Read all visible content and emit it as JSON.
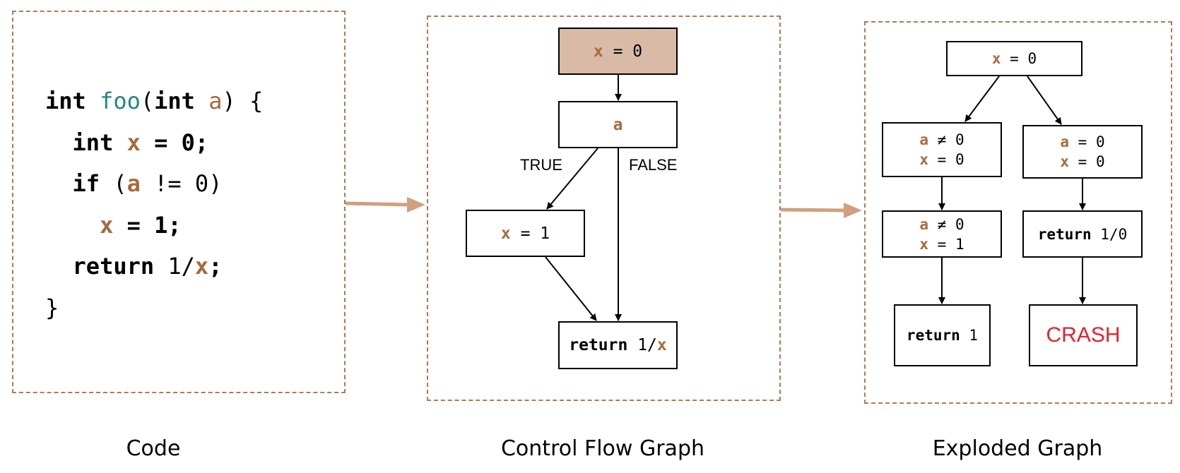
{
  "code": {
    "line1": {
      "kw1": "int",
      "fn": "foo",
      "p1": "(",
      "kw2": "int",
      "var": "a",
      "p2": ") {"
    },
    "line2": {
      "kw": "int",
      "var": "x",
      "rest": " = 0;"
    },
    "line3": {
      "kw": "if",
      "p1": " (",
      "var": "a",
      "rest": " != 0)"
    },
    "line4": {
      "var": "x",
      "rest": " = 1;"
    },
    "line5": {
      "kw": "return",
      "p1": " 1/",
      "var": "x",
      "rest": ";"
    },
    "line6": "}"
  },
  "cfg": {
    "start": {
      "var": "x",
      "rest": " = 0"
    },
    "cond": {
      "var": "a"
    },
    "assign": {
      "var": "x",
      "rest": " = 1"
    },
    "ret": {
      "kw": "return",
      "rest": " 1/",
      "var": "x"
    },
    "label_true": "TRUE",
    "label_false": "FALSE"
  },
  "exploded": {
    "root": {
      "var": "x",
      "rest": " = 0"
    },
    "left1": {
      "a": "a",
      "a_rest": " ≠ 0",
      "x": "x",
      "x_rest": " = 0"
    },
    "right1": {
      "a": "a",
      "a_rest": " = 0",
      "x": "x",
      "x_rest": " = 0"
    },
    "left2": {
      "a": "a",
      "a_rest": " ≠ 0",
      "x": "x",
      "x_rest": " = 1"
    },
    "right2": {
      "kw": "return",
      "rest": " 1/0"
    },
    "left3": {
      "kw": "return",
      "rest": " 1"
    },
    "crash": "CRASH"
  },
  "captions": {
    "code": "Code",
    "cfg": "Control Flow Graph",
    "exploded": "Exploded Graph"
  },
  "colors": {
    "panel_border": "#b07a55",
    "variable": "#a86a3c",
    "function_name": "#1f8a80",
    "start_node_fill": "#d8baa6",
    "crash_text": "#e8202a",
    "flow_arrow": "#d0a080"
  }
}
